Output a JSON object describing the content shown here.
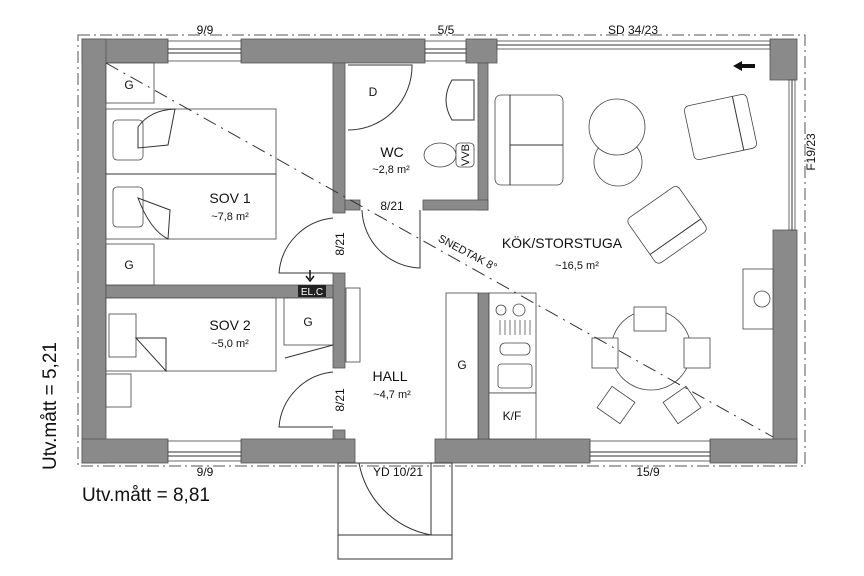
{
  "plan": {
    "rooms": [
      {
        "name": "SOV 1",
        "area": "~7,8 m²"
      },
      {
        "name": "WC",
        "area": "~2,8 m²"
      },
      {
        "name": "KÖK/STORSTUGA",
        "area": "~16,5 m²"
      },
      {
        "name": "SOV 2",
        "area": "~5,0 m²"
      },
      {
        "name": "HALL",
        "area": "~4,7 m²"
      }
    ],
    "windows": {
      "top_left": "9/9",
      "top_mid": "5/5",
      "top_right": "SD 34/23",
      "right": "F19/23",
      "bottom_left": "9/9",
      "bottom_right": "15/9",
      "entrance": "YD 10/21"
    },
    "doors": {
      "wc": "8/21",
      "sov1": "8/21",
      "sov2": "8/21"
    },
    "labels": {
      "closet": "G",
      "shower": "D",
      "water_heater": "VVB",
      "fridge_freezer": "K/F",
      "electric_cabinet": "EL.C",
      "sloped_roof": "SNEDTAK 8°"
    },
    "dimensions": {
      "width": "Utv.mått = 8,81",
      "depth": "Utv.mått = 5,21"
    }
  }
}
